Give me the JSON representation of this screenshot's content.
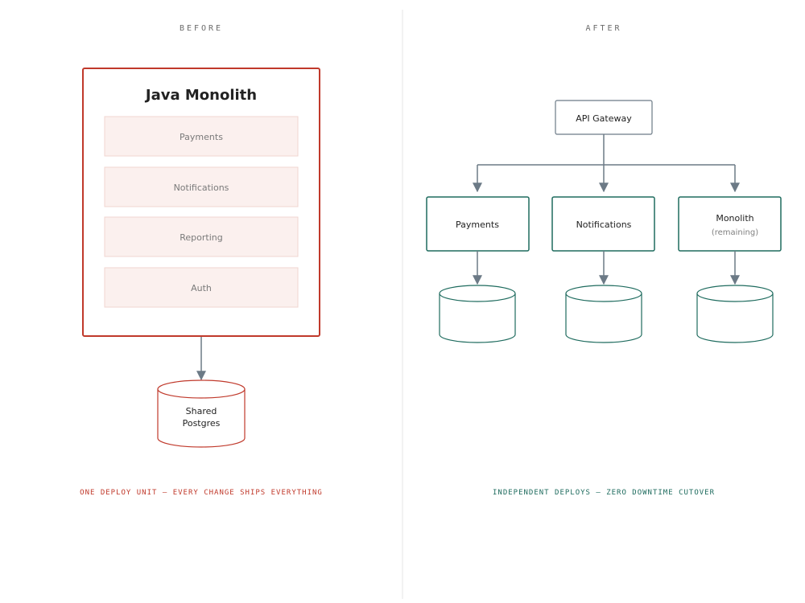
{
  "colors": {
    "before_accent": "#c0392b",
    "after_accent": "#1e6b5e",
    "module_fill": "#fbf0ee",
    "arrow": "#6c7a86",
    "gateway_border": "#6c7a86",
    "divider": "#e6e6e6"
  },
  "before": {
    "heading": "BEFORE",
    "monolith_title": "Java Monolith",
    "modules": [
      "Payments",
      "Notifications",
      "Reporting",
      "Auth"
    ],
    "database": {
      "line1": "Shared",
      "line2": "Postgres"
    },
    "caption": "ONE DEPLOY UNIT — EVERY CHANGE SHIPS EVERYTHING"
  },
  "after": {
    "heading": "AFTER",
    "gateway": "API Gateway",
    "services": [
      {
        "label": "Payments",
        "sub": ""
      },
      {
        "label": "Notifications",
        "sub": ""
      },
      {
        "label": "Monolith",
        "sub": "(remaining)"
      }
    ],
    "caption": "INDEPENDENT DEPLOYS — ZERO DOWNTIME CUTOVER"
  }
}
